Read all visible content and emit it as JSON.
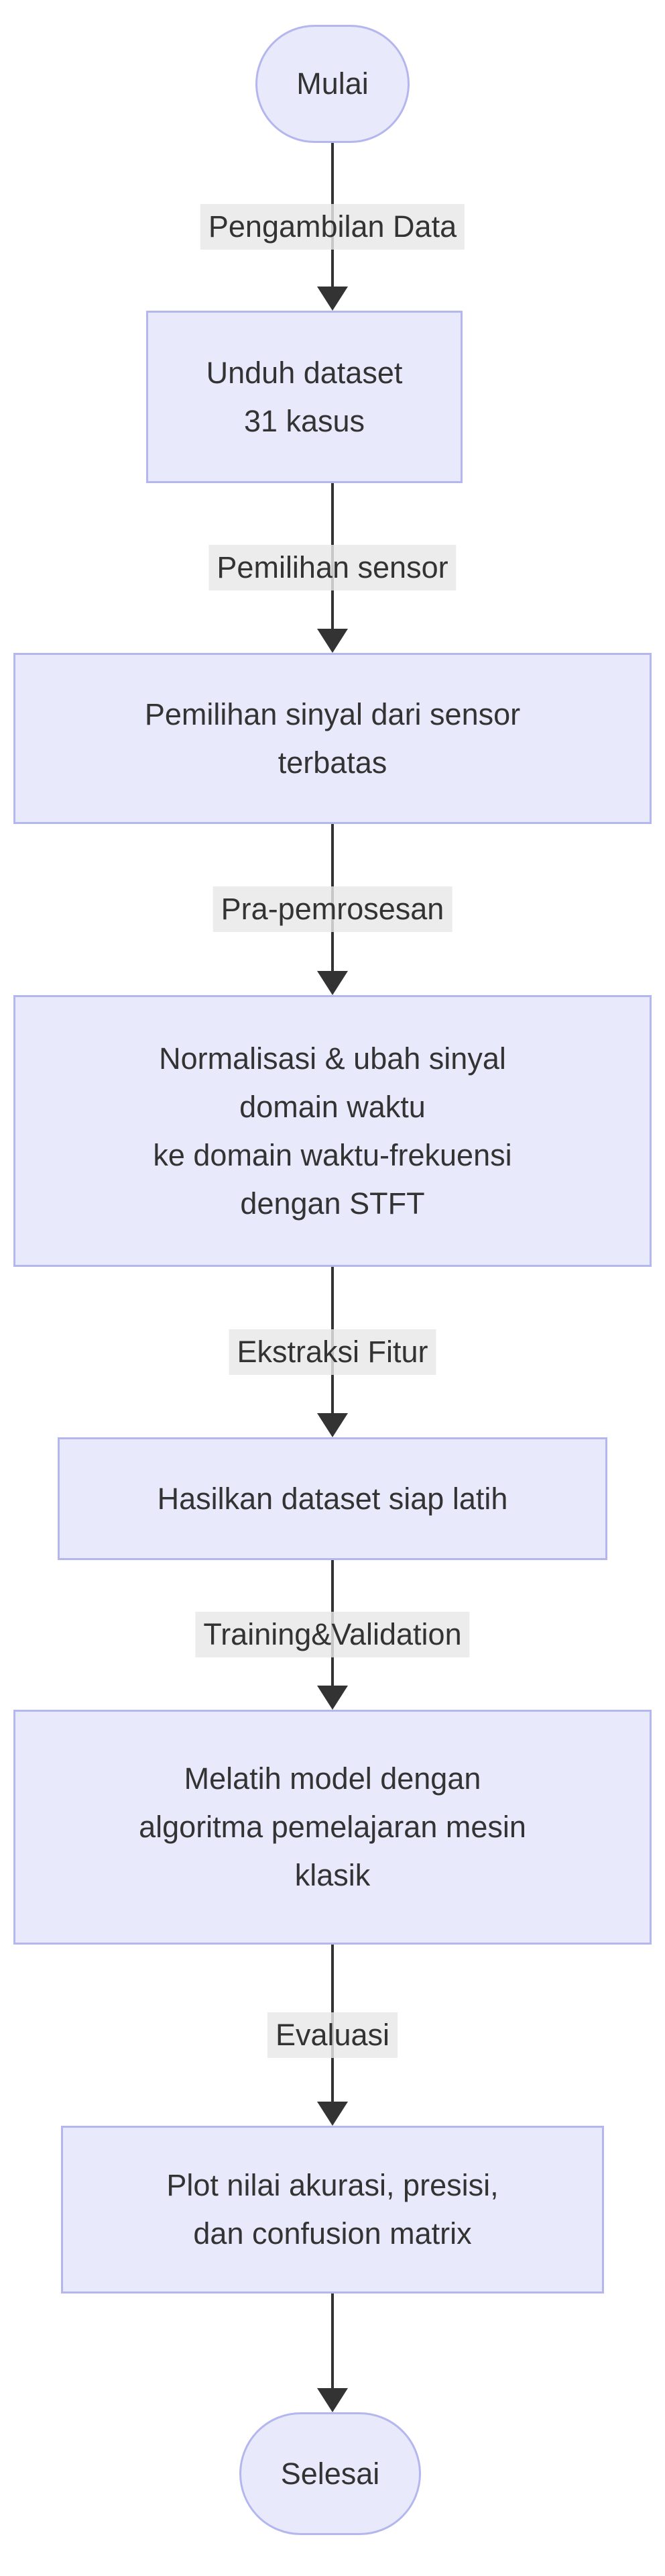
{
  "diagram": {
    "type": "flowchart",
    "direction": "top-down",
    "colors": {
      "background": "#ffffff",
      "node_fill": "#e9e9fc",
      "node_border": "#b4b7ee",
      "edge_label_bg": "#e8e8e8",
      "text": "#333333",
      "line": "#333333"
    },
    "nodes": [
      {
        "id": "start",
        "shape": "stadium",
        "label": "Mulai"
      },
      {
        "id": "unduh",
        "shape": "rect",
        "lines": [
          "Unduh dataset",
          "31 kasus"
        ]
      },
      {
        "id": "pemilihan-sinyal",
        "shape": "rect",
        "lines": [
          "Pemilihan sinyal dari sensor",
          "terbatas"
        ]
      },
      {
        "id": "normalisasi",
        "shape": "rect",
        "lines": [
          "Normalisasi & ubah sinyal",
          "domain waktu",
          "ke domain waktu-frekuensi",
          "dengan STFT"
        ]
      },
      {
        "id": "hasilkan",
        "shape": "rect",
        "lines": [
          "Hasilkan dataset siap latih"
        ]
      },
      {
        "id": "melatih",
        "shape": "rect",
        "lines": [
          "Melatih model dengan",
          "algoritma pemelajaran mesin",
          "klasik"
        ]
      },
      {
        "id": "plot",
        "shape": "rect",
        "lines": [
          "Plot nilai akurasi, presisi,",
          "dan confusion matrix"
        ]
      },
      {
        "id": "end",
        "shape": "stadium",
        "label": "Selesai"
      }
    ],
    "edges": [
      {
        "from": "start",
        "to": "unduh",
        "label": "Pengambilan Data"
      },
      {
        "from": "unduh",
        "to": "pemilihan-sinyal",
        "label": "Pemilihan sensor"
      },
      {
        "from": "pemilihan-sinyal",
        "to": "normalisasi",
        "label": "Pra-pemrosesan"
      },
      {
        "from": "normalisasi",
        "to": "hasilkan",
        "label": "Ekstraksi Fitur"
      },
      {
        "from": "hasilkan",
        "to": "melatih",
        "label": "Training&Validation"
      },
      {
        "from": "melatih",
        "to": "plot",
        "label": "Evaluasi"
      },
      {
        "from": "plot",
        "to": "end",
        "label": ""
      }
    ]
  }
}
